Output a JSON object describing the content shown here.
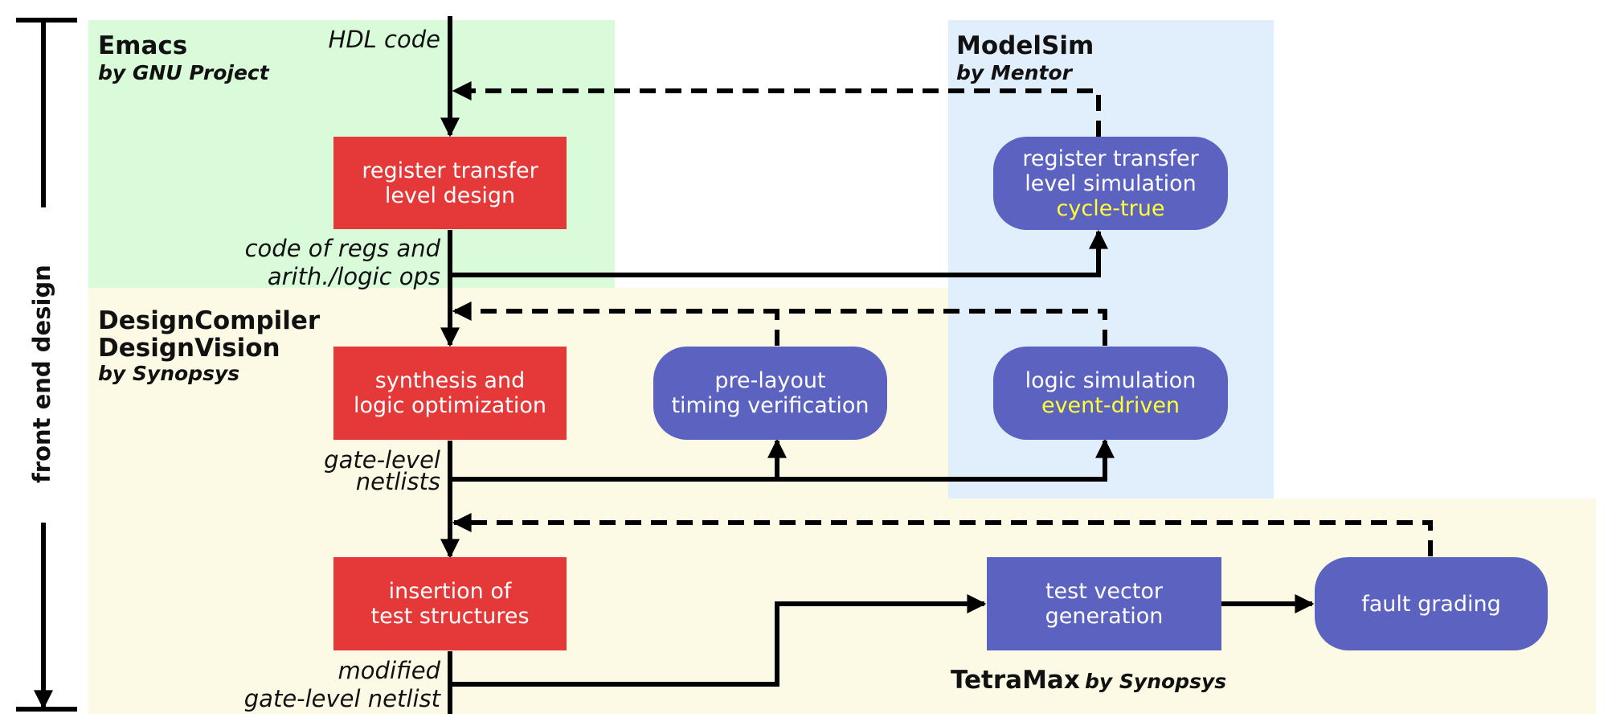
{
  "side_label": "front end design",
  "colors": {
    "emacs_bg": "#d9fbd9",
    "synopsys_bg": "#fcfae4",
    "modelsim_bg": "#e1eefb",
    "red_box": "#e53838",
    "blue_box": "#5b62c0",
    "highlight_text": "#ffff33"
  },
  "tools": {
    "emacs": {
      "name": "Emacs",
      "vendor": "by GNU Project"
    },
    "modelsim": {
      "name": "ModelSim",
      "vendor": "by Mentor"
    },
    "designcompiler": {
      "name_line1": "DesignCompiler",
      "name_line2": "DesignVision",
      "vendor": "by Synopsys"
    },
    "tetramax": {
      "name": "TetraMax",
      "vendor": "by Synopsys"
    }
  },
  "data_labels": {
    "hdl_code": "HDL code",
    "regs_line1": "code of regs and",
    "regs_line2": "arith./logic ops",
    "gate_line1": "gate-level",
    "gate_line2": "netlists",
    "mod_line1": "modified",
    "mod_line2": "gate-level netlist"
  },
  "boxes": {
    "rtl_design": {
      "line1": "register transfer",
      "line2": "level design"
    },
    "synthesis": {
      "line1": "synthesis and",
      "line2": "logic optimization"
    },
    "insertion": {
      "line1": "insertion of",
      "line2": "test structures"
    },
    "rtl_sim": {
      "line1": "register transfer",
      "line2": "level simulation",
      "line3": "cycle-true"
    },
    "prelayout": {
      "line1": "pre-layout",
      "line2": "timing verification"
    },
    "logic_sim": {
      "line1": "logic simulation",
      "line2": "event-driven"
    },
    "test_vector": {
      "line1": "test vector",
      "line2": "generation"
    },
    "fault_grading": {
      "line1": "fault grading"
    }
  }
}
